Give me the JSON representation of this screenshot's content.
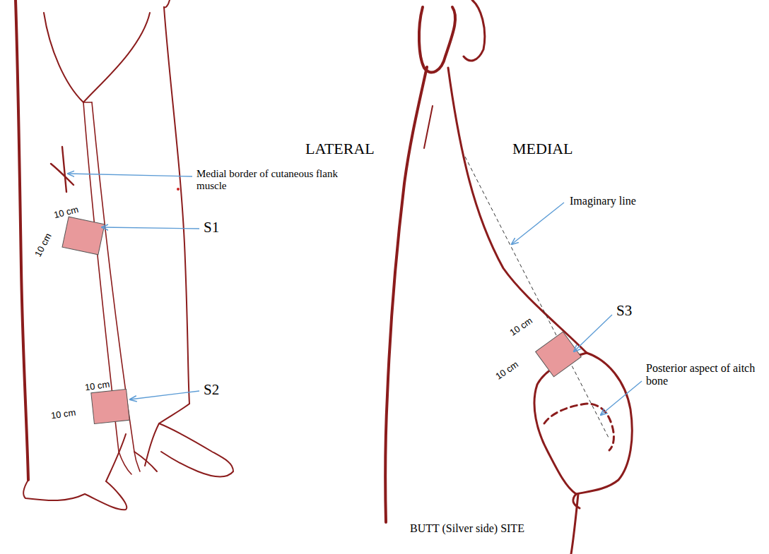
{
  "diagram": {
    "labels": [
      "Medial border of cutaneous flank muscle",
      "S1",
      "10 cm",
      "10 cm",
      "S2",
      "10 cm",
      "10 cm",
      "LATERAL",
      "MEDIAL",
      "Imaginary line",
      "S3",
      "10 cm",
      "10 cm",
      "Posterior aspect of aitch bone",
      "BUTT (Silver side) SITE"
    ]
  }
}
